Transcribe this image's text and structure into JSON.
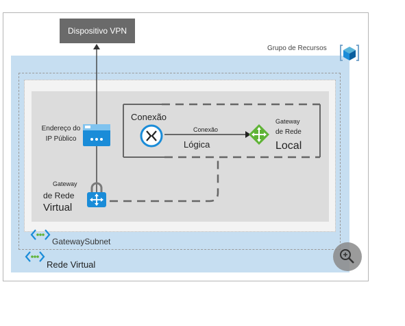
{
  "vpn_device": {
    "label": "Dispositivo VPN"
  },
  "resource_group": {
    "label": "Grupo de Recursos",
    "icon": "resource-group-cube-icon"
  },
  "public_ip": {
    "label_line1": "Endereço do",
    "label_line2": "IP Público",
    "icon": "public-ip-icon"
  },
  "connection": {
    "label": "Conexão",
    "icon": "connection-icon"
  },
  "logical_connection": {
    "label_top": "Conexão",
    "label_bottom": "Lógica"
  },
  "local_gateway": {
    "label_line1": "Gateway",
    "label_line2": "de Rede",
    "label_line3": "Local",
    "icon": "local-network-gateway-icon"
  },
  "vnet_gateway": {
    "label_line1": "Gateway",
    "label_line2": "de Rede",
    "label_line3": "Virtual",
    "icon": "virtual-network-gateway-icon"
  },
  "gateway_subnet": {
    "label": "GatewaySubnet",
    "icon": "subnet-icon"
  },
  "virtual_network": {
    "label": "Rede Virtual",
    "icon": "virtual-network-icon"
  },
  "zoom": {
    "icon": "zoom-in-icon"
  },
  "colors": {
    "vnet_fill": "#c6def1",
    "azure_blue": "#1a8cd8",
    "gateway_green": "#5fb336",
    "device_gray": "#6a6a6a"
  }
}
